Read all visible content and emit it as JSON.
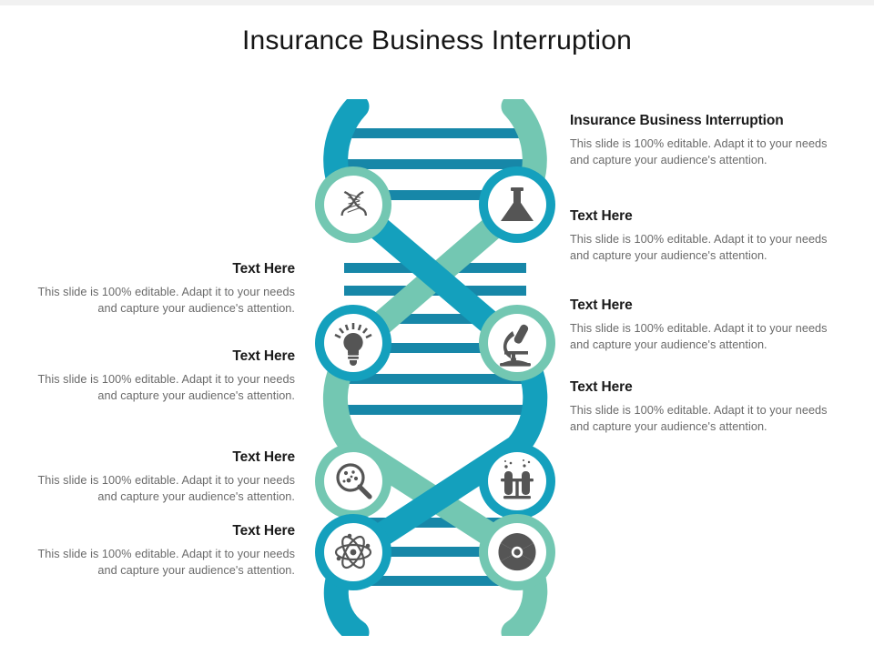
{
  "slide": {
    "title": "Insurance Business Interruption",
    "background_color": "#ffffff",
    "body_text": "This slide is 100% editable.  Adapt it to your needs and capture your audience's attention."
  },
  "palette": {
    "strand_blue": "#14a0bd",
    "strand_green": "#73c7b2",
    "rung_blue": "#1787a8",
    "icon_gray": "#555555",
    "heading_color": "#1a1a1a",
    "body_color": "#6a6a6a",
    "title_color": "#151515"
  },
  "left_blocks": [
    {
      "heading": "Text Here",
      "body": "This slide is 100% editable.  Adapt it to your needs and capture your audience's attention."
    },
    {
      "heading": "Text Here",
      "body": "This slide is 100% editable.  Adapt it to your needs and capture your audience's attention."
    },
    {
      "heading": "Text Here",
      "body": "This slide is 100% editable.  Adapt it to your needs and capture your audience's attention."
    },
    {
      "heading": "Text Here",
      "body": "This slide is 100% editable.  Adapt it to your needs and capture your audience's attention."
    }
  ],
  "right_blocks": [
    {
      "heading": "Insurance Business Interruption",
      "body": "This slide is 100% editable.  Adapt it to your needs and capture your audience's attention."
    },
    {
      "heading": "Text Here",
      "body": "This slide is 100% editable.  Adapt it to your needs and capture your audience's attention."
    },
    {
      "heading": "Text Here",
      "body": "This slide is 100% editable.  Adapt it to your needs and capture your audience's attention."
    },
    {
      "heading": "Text Here",
      "body": "This slide is 100% editable.  Adapt it to your needs and capture your audience's attention."
    }
  ],
  "helix": {
    "nodes": [
      {
        "icon": "dna-helix-icon",
        "side": "left",
        "ring_color": "#73c7b2"
      },
      {
        "icon": "erlenmeyer-flask-icon",
        "side": "right",
        "ring_color": "#14a0bd"
      },
      {
        "icon": "lightbulb-icon",
        "side": "left",
        "ring_color": "#14a0bd"
      },
      {
        "icon": "microscope-icon",
        "side": "right",
        "ring_color": "#73c7b2"
      },
      {
        "icon": "magnifier-petri-dish-icon",
        "side": "left",
        "ring_color": "#73c7b2"
      },
      {
        "icon": "test-tube-rack-icon",
        "side": "right",
        "ring_color": "#14a0bd"
      },
      {
        "icon": "atom-icon",
        "side": "left",
        "ring_color": "#14a0bd"
      },
      {
        "icon": "radioactive-icon",
        "side": "right",
        "ring_color": "#73c7b2"
      }
    ],
    "rung_count": 12
  }
}
